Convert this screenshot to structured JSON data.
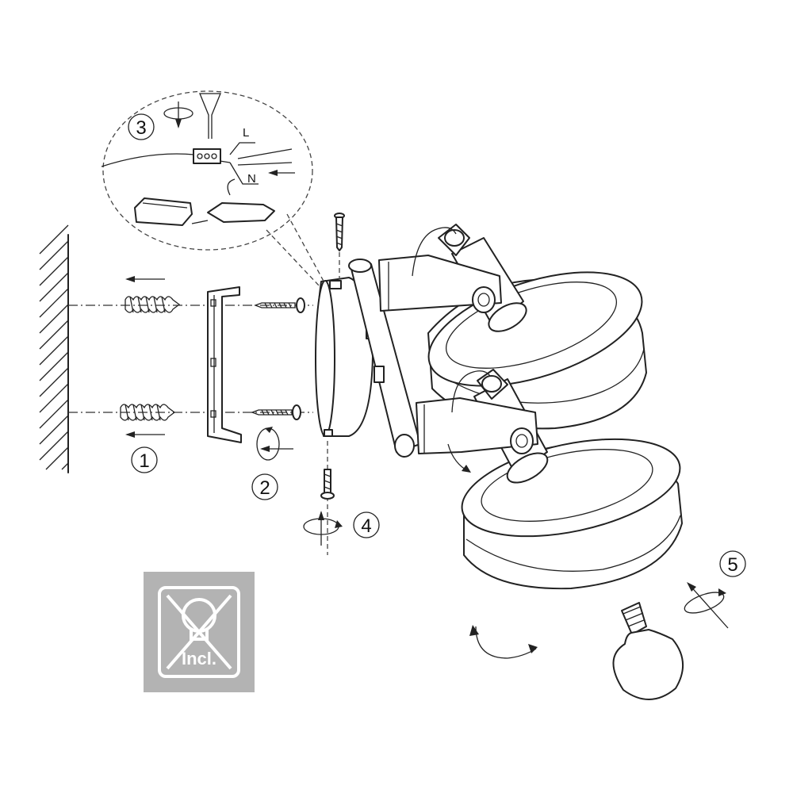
{
  "steps": {
    "s1": "1",
    "s2": "2",
    "s3": "3",
    "s4": "4",
    "s5": "5"
  },
  "wiring": {
    "live": "L",
    "neutral": "N"
  },
  "bulb_notice": {
    "text": "Incl.",
    "icon": "bulb-crossed-icon",
    "bg_color": "#b3b3b3"
  },
  "colors": {
    "line": "#222222",
    "background": "#ffffff"
  }
}
